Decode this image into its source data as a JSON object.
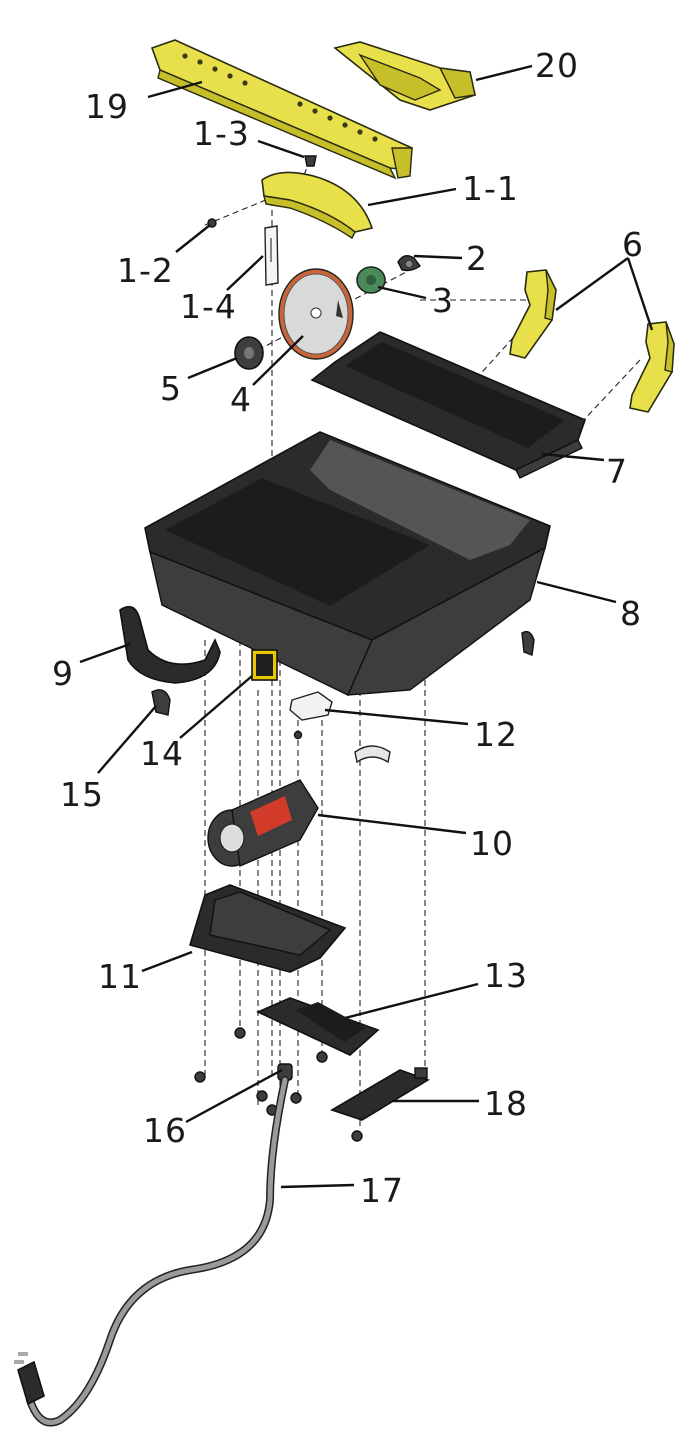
{
  "callouts": {
    "c19": "19",
    "c20": "20",
    "c13a": "1-3",
    "c11a": "1-1",
    "c12a": "1-2",
    "c14a": "1-4",
    "c2": "2",
    "c3": "3",
    "c6": "6",
    "c5": "5",
    "c4": "4",
    "c7": "7",
    "c8": "8",
    "c9": "9",
    "c14": "14",
    "c15": "15",
    "c12": "12",
    "c10": "10",
    "c11": "11",
    "c13": "13",
    "c16": "16",
    "c18": "18",
    "c17": "17"
  },
  "colors": {
    "part_yellow": "#e8e04a",
    "part_dark": "#2b2b2b",
    "blade_rim": "#c8663a",
    "motor_red": "#d23a2a",
    "cord_gray": "#9a9a9a"
  }
}
